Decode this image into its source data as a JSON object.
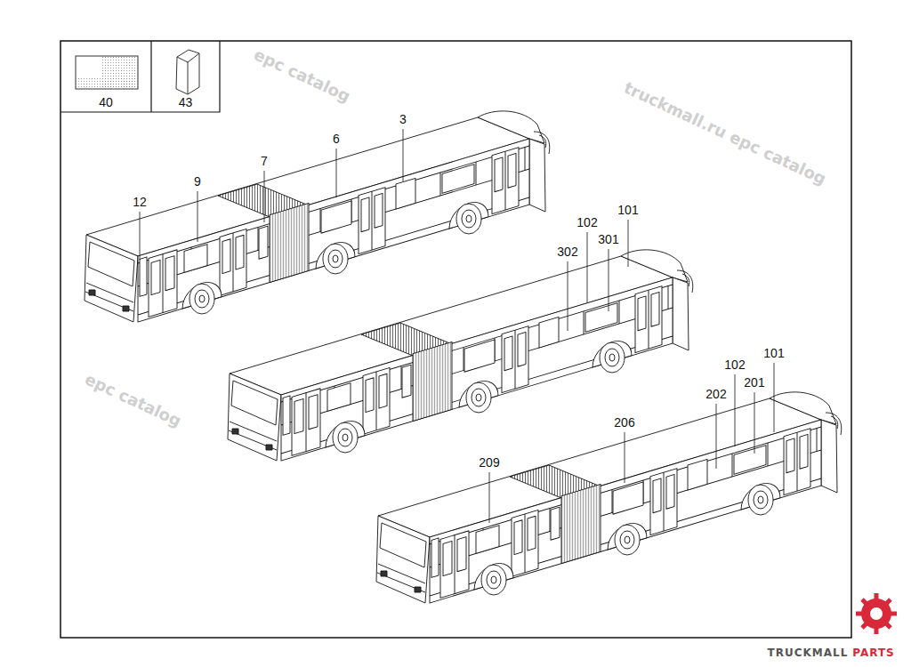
{
  "diagram": {
    "nodes": [
      {
        "text": [
          "40"
        ]
      },
      {
        "text": [
          "43"
        ]
      }
    ],
    "labels": [
      "3",
      "6",
      "7",
      "9",
      "12",
      "302",
      "102",
      "301",
      "101",
      "102",
      "101",
      "202",
      "201",
      "206",
      "209",
      "epc catalog",
      "truckmall.ru epc catalog",
      "epc catalog",
      "TRUCKMALL",
      "PARTS"
    ]
  }
}
